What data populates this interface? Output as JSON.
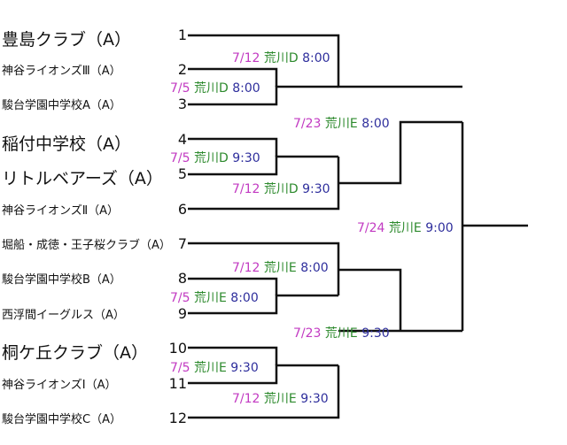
{
  "teams": [
    {
      "seed": "1",
      "name": "豊島クラブ（A）"
    },
    {
      "seed": "2",
      "name": "神谷ライオンズⅢ（A）"
    },
    {
      "seed": "3",
      "name": "駿台学園中学校A（A）"
    },
    {
      "seed": "4",
      "name": "稲付中学校（A）"
    },
    {
      "seed": "5",
      "name": "リトルベアーズ（A）"
    },
    {
      "seed": "6",
      "name": "神谷ライオンズⅡ（A）"
    },
    {
      "seed": "7",
      "name": "堀船・成徳・王子桜クラブ（A）"
    },
    {
      "seed": "8",
      "name": "駿台学園中学校B（A）"
    },
    {
      "seed": "9",
      "name": "西浮間イーグルス（A）"
    },
    {
      "seed": "10",
      "name": "桐ケ丘クラブ（A）"
    },
    {
      "seed": "11",
      "name": "神谷ライオンズⅠ（A）"
    },
    {
      "seed": "12",
      "name": "駿台学園中学校C（A）"
    }
  ],
  "matches": [
    {
      "id": "m_2v3",
      "date": "7/5",
      "venue": "荒川D",
      "time": "8:00"
    },
    {
      "id": "m_1v",
      "date": "7/12",
      "venue": "荒川D",
      "time": "8:00"
    },
    {
      "id": "m_4v5",
      "date": "7/5",
      "venue": "荒川D",
      "time": "9:30"
    },
    {
      "id": "m_v6",
      "date": "7/12",
      "venue": "荒川D",
      "time": "9:30"
    },
    {
      "id": "m_semi1",
      "date": "7/23",
      "venue": "荒川E",
      "time": "8:00"
    },
    {
      "id": "m_final",
      "date": "7/24",
      "venue": "荒川E",
      "time": "9:00"
    },
    {
      "id": "m_7v",
      "date": "7/12",
      "venue": "荒川E",
      "time": "8:00"
    },
    {
      "id": "m_8v9",
      "date": "7/5",
      "venue": "荒川E",
      "time": "8:00"
    },
    {
      "id": "m_semi2",
      "date": "7/23",
      "venue": "荒川E",
      "time": "9:30"
    },
    {
      "id": "m_10v11",
      "date": "7/5",
      "venue": "荒川E",
      "time": "9:30"
    },
    {
      "id": "m_v12",
      "date": "7/12",
      "venue": "荒川E",
      "time": "9:30"
    }
  ],
  "colors": {
    "date": "#c23ac2",
    "venue": "#2d8a2d",
    "time": "#2e2e9c",
    "line": "#111111"
  }
}
